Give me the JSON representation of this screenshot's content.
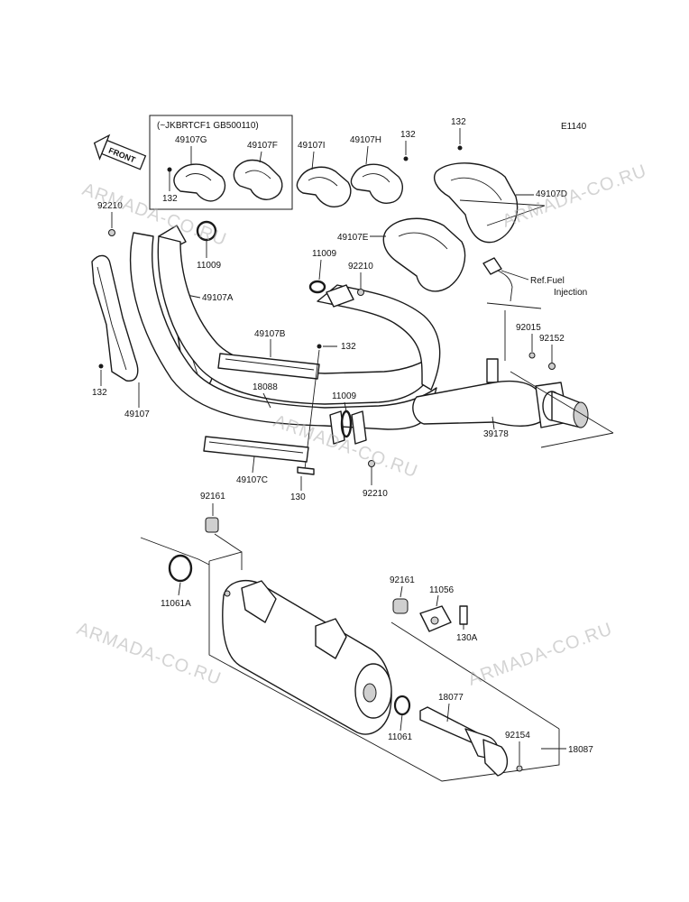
{
  "code": "E1140",
  "front_label": "FRONT",
  "variant_note": "(~JKBRTCF1 GB500110)",
  "ref_note": [
    "Ref.Fuel",
    "Injection"
  ],
  "watermark": "ARMADA-CO.RU",
  "labels": {
    "p49107G": "49107G",
    "p49107F": "49107F",
    "p132_box": "132",
    "p49107I": "49107I",
    "p49107H": "49107H",
    "p132_h": "132",
    "p132_top": "132",
    "p49107D": "49107D",
    "p92210_a": "92210",
    "p11009_a": "11009",
    "p49107A": "49107A",
    "p49107E": "49107E",
    "p11009_b": "11009",
    "p92210_b": "92210",
    "p92015": "92015",
    "p92152": "92152",
    "p49107B": "49107B",
    "p132_mid": "132",
    "p132_left": "132",
    "p49107": "49107",
    "p18088": "18088",
    "p11009_c": "11009",
    "p39178": "39178",
    "p49107C": "49107C",
    "p130": "130",
    "p92210_c": "92210",
    "p92161_a": "92161",
    "p11061A": "11061A",
    "p92161_b": "92161",
    "p11056": "11056",
    "p130A": "130A",
    "p18077": "18077",
    "p11061": "11061",
    "p92154": "92154",
    "p18087": "18087"
  }
}
